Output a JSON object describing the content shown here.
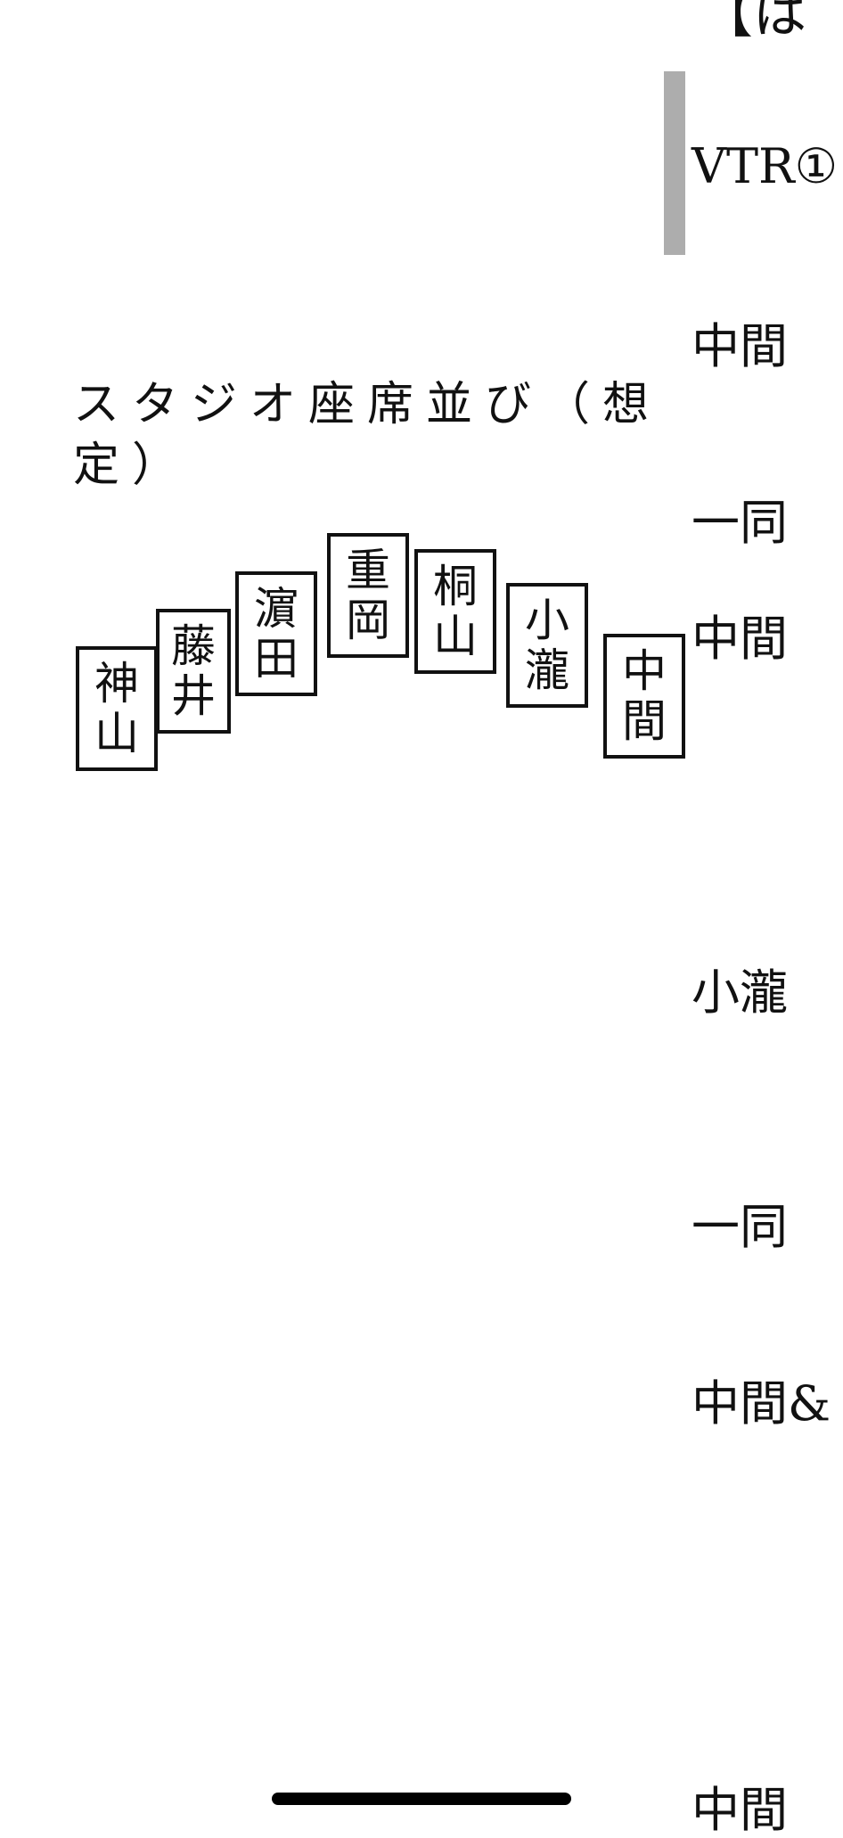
{
  "header": {
    "text": "【は"
  },
  "script_lines": [
    {
      "speaker": "VTR①"
    },
    {
      "speaker": "中間"
    },
    {
      "speaker": "一同"
    },
    {
      "speaker": "中間"
    },
    {
      "speaker": "小瀧"
    },
    {
      "speaker": "一同"
    },
    {
      "speaker": "中間&"
    },
    {
      "speaker": "中間"
    }
  ],
  "seating": {
    "title": "スタジオ座席並び（想定）",
    "seats": [
      {
        "line1": "神",
        "line2": "山"
      },
      {
        "line1": "藤",
        "line2": "井"
      },
      {
        "line1": "濵",
        "line2": "田"
      },
      {
        "line1": "重",
        "line2": "岡"
      },
      {
        "line1": "桐",
        "line2": "山"
      },
      {
        "line1": "小",
        "line2": "瀧"
      },
      {
        "line1": "中",
        "line2": "間"
      }
    ]
  },
  "colors": {
    "bar": "#adadad",
    "text": "#111111",
    "home_indicator": "#000000"
  }
}
